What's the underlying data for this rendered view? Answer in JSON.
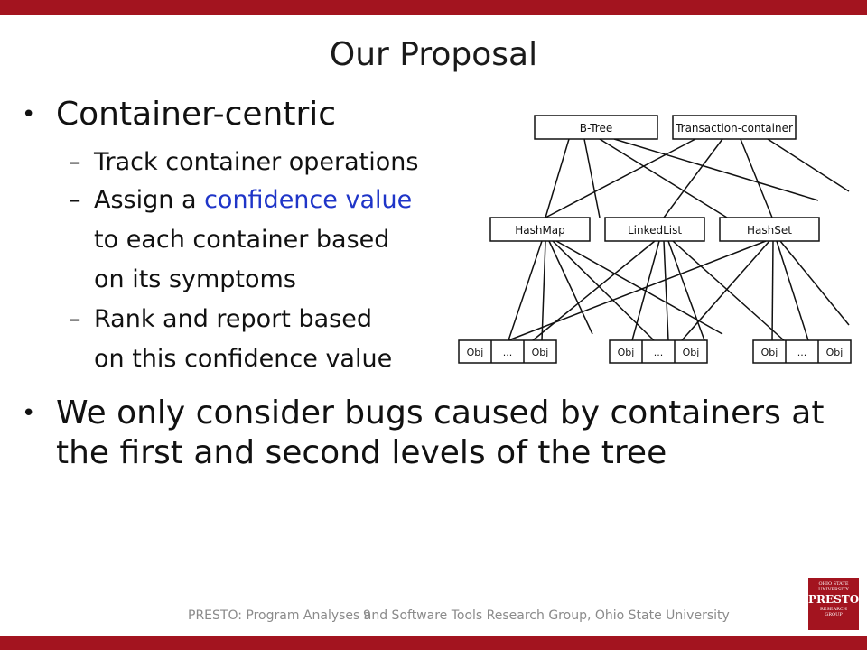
{
  "slide": {
    "title": "Our Proposal",
    "bullet1": "Container-centric",
    "sub_items": [
      {
        "dash": "–",
        "line1": "Track container operations"
      },
      {
        "dash": "–",
        "pre": "Assign a ",
        "highlight": "confidence value",
        "line2": "to each container based",
        "line3": "on its symptoms"
      },
      {
        "dash": "–",
        "line1": "Rank and report based",
        "line2": "on this confidence value"
      }
    ],
    "bullet2": "We only consider bugs caused by containers at the first and second levels of the tree",
    "bullet_symbol": "•"
  },
  "diagram": {
    "top_nodes": [
      "B-Tree",
      "Transaction-container"
    ],
    "mid_nodes": [
      "HashMap",
      "LinkedList",
      "HashSet"
    ],
    "leaf_cells": [
      "Obj",
      "...",
      "Obj"
    ]
  },
  "footer": {
    "page_number": "9",
    "text": "PRESTO: Program Analyses and Software Tools Research Group, Ohio State University"
  },
  "logo": {
    "line1": "OHIO STATE",
    "line1b": "UNIVERSITY",
    "name": "PRESTO",
    "line3": "RESEARCH",
    "line3b": "GROUP"
  },
  "colors": {
    "accent": "#a3141f",
    "highlight": "#1f35c8"
  }
}
